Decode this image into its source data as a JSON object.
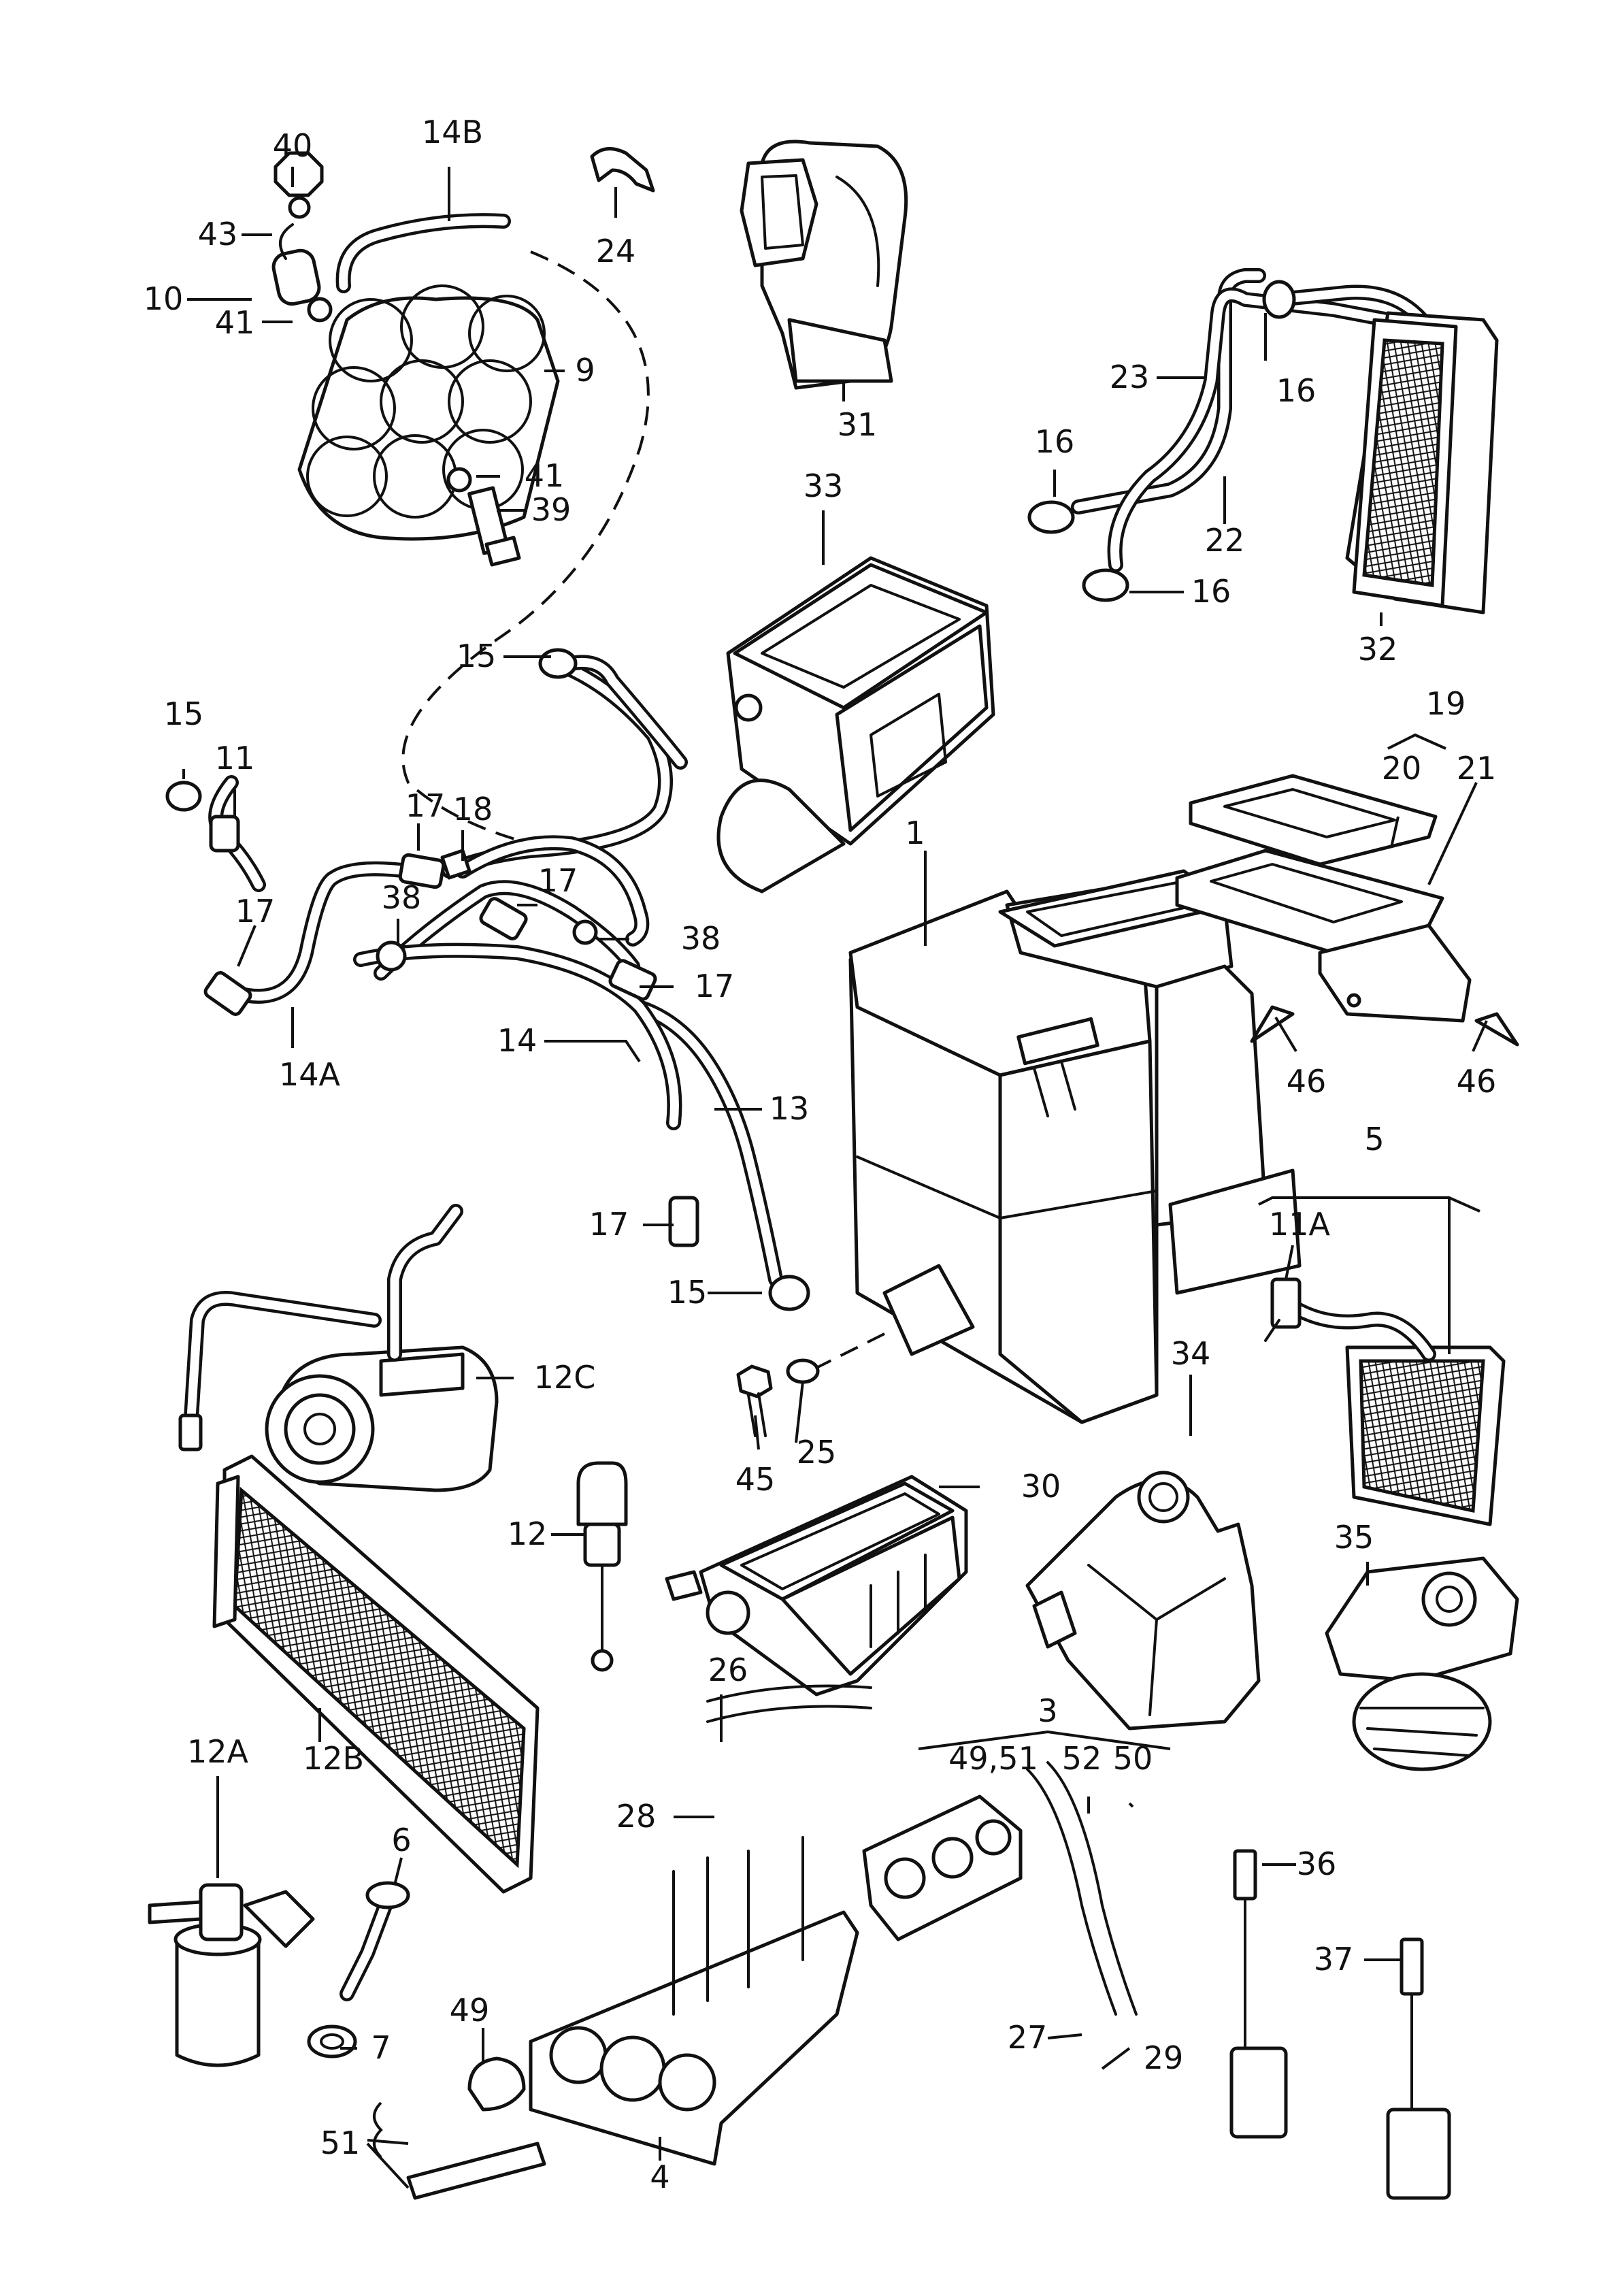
{
  "callouts": [
    "1",
    "3",
    "4",
    "5",
    "6",
    "7",
    "9",
    "10",
    "11",
    "11A",
    "12",
    "12A",
    "12B",
    "12C",
    "13",
    "14",
    "14A",
    "14B",
    "15",
    "16",
    "17",
    "18",
    "19",
    "20",
    "21",
    "22",
    "23",
    "24",
    "25",
    "26",
    "27",
    "28",
    "29",
    "30",
    "31",
    "32",
    "33",
    "34",
    "35",
    "36",
    "37",
    "38",
    "39",
    "40",
    "41",
    "43",
    "45",
    "46",
    "49",
    "49,51",
    "50",
    "51",
    "52"
  ],
  "colors": {
    "line": "#111111",
    "background": "#ffffff"
  }
}
